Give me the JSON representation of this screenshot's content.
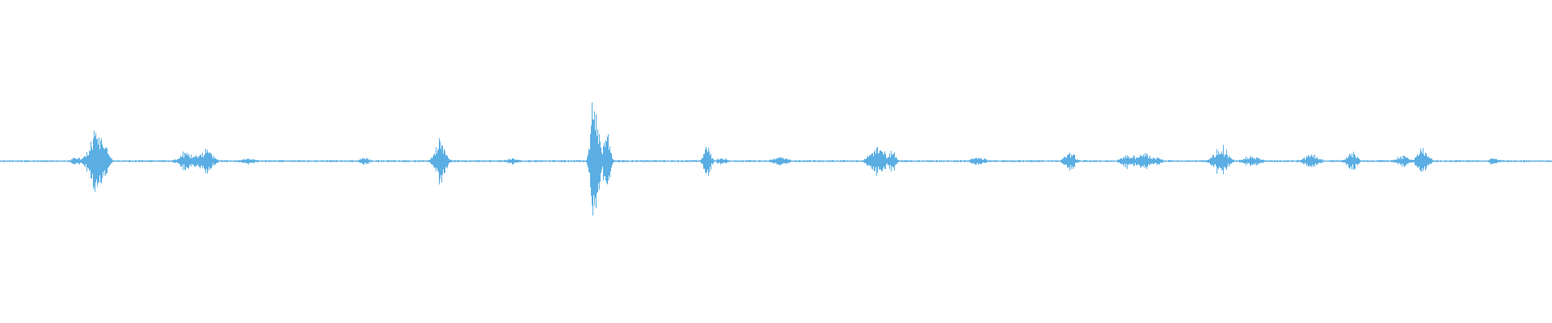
{
  "waveform": {
    "color": "#5aaee3",
    "background": "#ffffff",
    "baseline_amplitude": 0.01,
    "bursts": [
      {
        "pos": 0.0495,
        "amp": 0.05,
        "width": 0.003
      },
      {
        "pos": 0.0615,
        "amp": 0.38,
        "width": 0.004
      },
      {
        "pos": 0.0635,
        "amp": 0.35,
        "width": 0.002
      },
      {
        "pos": 0.068,
        "amp": 0.2,
        "width": 0.002
      },
      {
        "pos": 0.1195,
        "amp": 0.11,
        "width": 0.004
      },
      {
        "pos": 0.1255,
        "amp": 0.08,
        "width": 0.003
      },
      {
        "pos": 0.132,
        "amp": 0.16,
        "width": 0.004
      },
      {
        "pos": 0.16,
        "amp": 0.04,
        "width": 0.004
      },
      {
        "pos": 0.235,
        "amp": 0.04,
        "width": 0.003
      },
      {
        "pos": 0.2835,
        "amp": 0.26,
        "width": 0.003
      },
      {
        "pos": 0.33,
        "amp": 0.04,
        "width": 0.003
      },
      {
        "pos": 0.383,
        "amp": 1.0,
        "width": 0.002
      },
      {
        "pos": 0.3855,
        "amp": 0.18,
        "width": 0.003
      },
      {
        "pos": 0.3905,
        "amp": 0.38,
        "width": 0.002
      },
      {
        "pos": 0.4555,
        "amp": 0.18,
        "width": 0.002
      },
      {
        "pos": 0.465,
        "amp": 0.04,
        "width": 0.003
      },
      {
        "pos": 0.503,
        "amp": 0.06,
        "width": 0.004
      },
      {
        "pos": 0.5645,
        "amp": 0.18,
        "width": 0.004
      },
      {
        "pos": 0.568,
        "amp": 0.18,
        "width": 0.002
      },
      {
        "pos": 0.5745,
        "amp": 0.14,
        "width": 0.002
      },
      {
        "pos": 0.63,
        "amp": 0.05,
        "width": 0.004
      },
      {
        "pos": 0.689,
        "amp": 0.12,
        "width": 0.003
      },
      {
        "pos": 0.727,
        "amp": 0.09,
        "width": 0.004
      },
      {
        "pos": 0.737,
        "amp": 0.11,
        "width": 0.004
      },
      {
        "pos": 0.745,
        "amp": 0.05,
        "width": 0.003
      },
      {
        "pos": 0.7865,
        "amp": 0.18,
        "width": 0.004
      },
      {
        "pos": 0.806,
        "amp": 0.06,
        "width": 0.005
      },
      {
        "pos": 0.845,
        "amp": 0.09,
        "width": 0.004
      },
      {
        "pos": 0.871,
        "amp": 0.11,
        "width": 0.003
      },
      {
        "pos": 0.9035,
        "amp": 0.07,
        "width": 0.004
      },
      {
        "pos": 0.9165,
        "amp": 0.16,
        "width": 0.003
      },
      {
        "pos": 0.962,
        "amp": 0.05,
        "width": 0.002
      }
    ]
  }
}
